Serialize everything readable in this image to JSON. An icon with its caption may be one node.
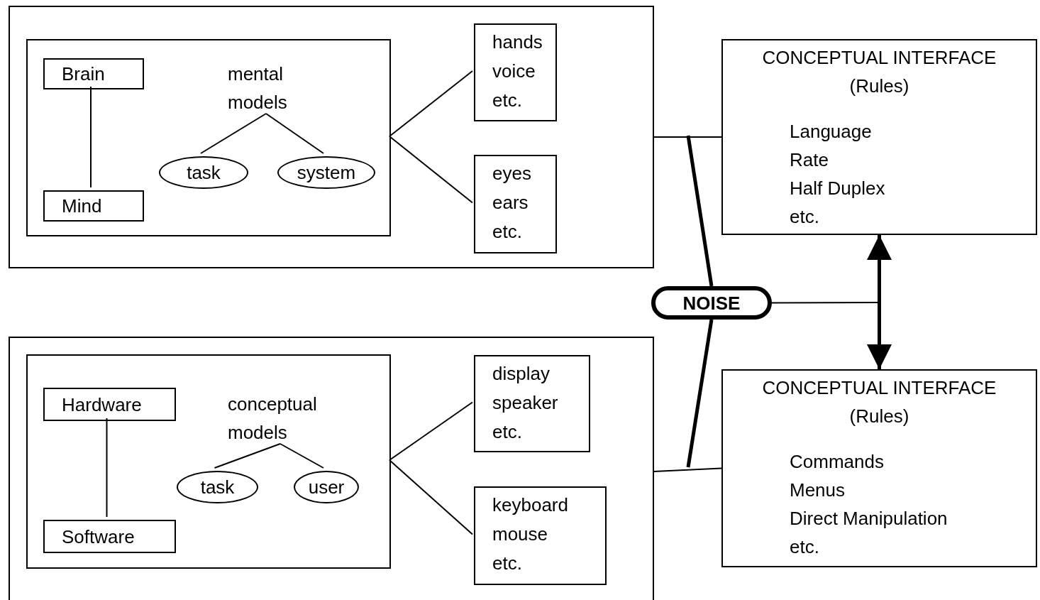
{
  "diagram": {
    "nodes": [
      {
        "text": [],
        "shape": "box"
      },
      {
        "text": [],
        "shape": "box",
        "in": 0
      },
      {
        "text": [
          "Brain"
        ],
        "in": 1
      },
      {
        "text": [
          "Mind"
        ],
        "in": 1
      },
      {
        "text": [
          "mental models"
        ],
        "in": 1
      },
      {
        "text": [
          "task"
        ],
        "in": 1
      },
      {
        "text": [
          "system"
        ],
        "in": 1
      },
      {
        "text": [
          "hands",
          "voice",
          "etc."
        ],
        "in": 0
      },
      {
        "text": [
          "eyes",
          "ears",
          "etc."
        ],
        "in": 0
      },
      {
        "text": [],
        "shape": "box"
      },
      {
        "text": [],
        "shape": "box",
        "in": 9
      },
      {
        "text": [
          "Hardware"
        ],
        "in": 10
      },
      {
        "text": [
          "Software"
        ],
        "in": 10
      },
      {
        "text": [
          "conceptual models"
        ],
        "in": 10
      },
      {
        "text": [
          "task"
        ],
        "in": 10
      },
      {
        "text": [
          "user"
        ],
        "in": 10
      },
      {
        "text": [
          "display",
          "speaker",
          "etc."
        ],
        "in": 9
      },
      {
        "text": [
          "keyboard",
          "mouse",
          "etc."
        ],
        "in": 9
      },
      {
        "text": [
          "CONCEPTUAL INTERFACE",
          "(Rules)",
          "Language",
          "Rate",
          "Half Duplex",
          "etc."
        ]
      },
      {
        "text": [
          "CONCEPTUAL INTERFACE",
          "(Rules)",
          "Commands",
          "Menus",
          "Direct Manipulation",
          "etc."
        ]
      },
      {
        "text": [
          "NOISE"
        ]
      }
    ],
    "edges": [
      {
        "from": 2,
        "to": 3,
        "arrow": "none"
      },
      {
        "from": 4,
        "to": 5,
        "arrow": "none"
      },
      {
        "from": 4,
        "to": 6,
        "arrow": "none"
      },
      {
        "from": 1,
        "to": 7,
        "arrow": "none"
      },
      {
        "from": 1,
        "to": 8,
        "arrow": "none"
      },
      {
        "from": 11,
        "to": 12,
        "arrow": "none"
      },
      {
        "from": 13,
        "to": 14,
        "arrow": "none"
      },
      {
        "from": 13,
        "to": 15,
        "arrow": "none"
      },
      {
        "from": 10,
        "to": 16,
        "arrow": "none"
      },
      {
        "from": 10,
        "to": 17,
        "arrow": "none"
      },
      {
        "from": 0,
        "to": 18,
        "arrow": "none"
      },
      {
        "from": 9,
        "to": 19,
        "arrow": "none"
      },
      {
        "from": 18,
        "to": 19,
        "arrow": "both",
        "style": "thick"
      },
      {
        "from": 20,
        "to": null,
        "arrow": "none",
        "style": "thick"
      },
      {
        "from": 20,
        "to": null,
        "arrow": "none",
        "style": "thick"
      },
      {
        "from": 20,
        "to": null,
        "arrow": "none"
      }
    ]
  }
}
